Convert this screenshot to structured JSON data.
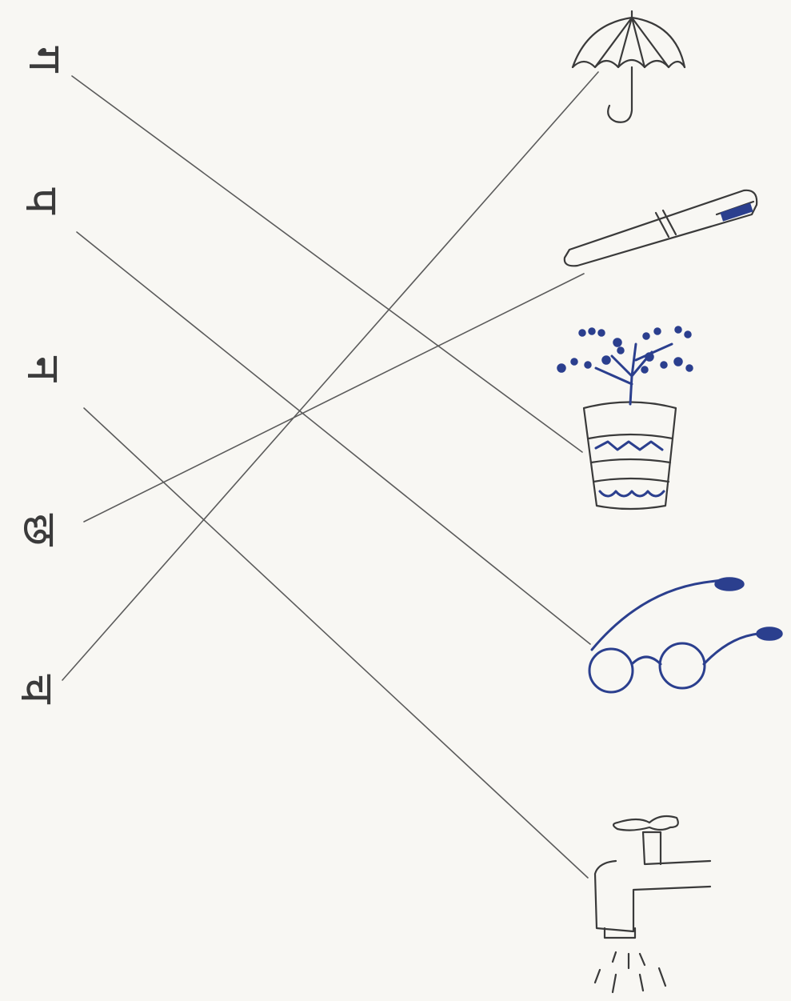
{
  "worksheet": {
    "letters": [
      {
        "id": "L1",
        "char": "ग"
      },
      {
        "id": "L2",
        "char": "प"
      },
      {
        "id": "L3",
        "char": "न"
      },
      {
        "id": "L4",
        "char": "छ"
      },
      {
        "id": "L5",
        "char": "च"
      }
    ],
    "pictures": [
      {
        "id": "P1",
        "icon": "umbrella-icon"
      },
      {
        "id": "P2",
        "icon": "pen-icon"
      },
      {
        "id": "P3",
        "icon": "flower-pot-icon"
      },
      {
        "id": "P4",
        "icon": "spectacles-icon"
      },
      {
        "id": "P5",
        "icon": "water-tap-icon"
      }
    ],
    "matches": [
      {
        "from": "L1",
        "to": "P3"
      },
      {
        "from": "L2",
        "to": "P4"
      },
      {
        "from": "L3",
        "to": "P5"
      },
      {
        "from": "L4",
        "to": "P2"
      },
      {
        "from": "L5",
        "to": "P1"
      }
    ],
    "colors": {
      "ink": "#2b3f8e",
      "pencil": "#5b5b5b",
      "paper": "#f8f7f3"
    }
  }
}
